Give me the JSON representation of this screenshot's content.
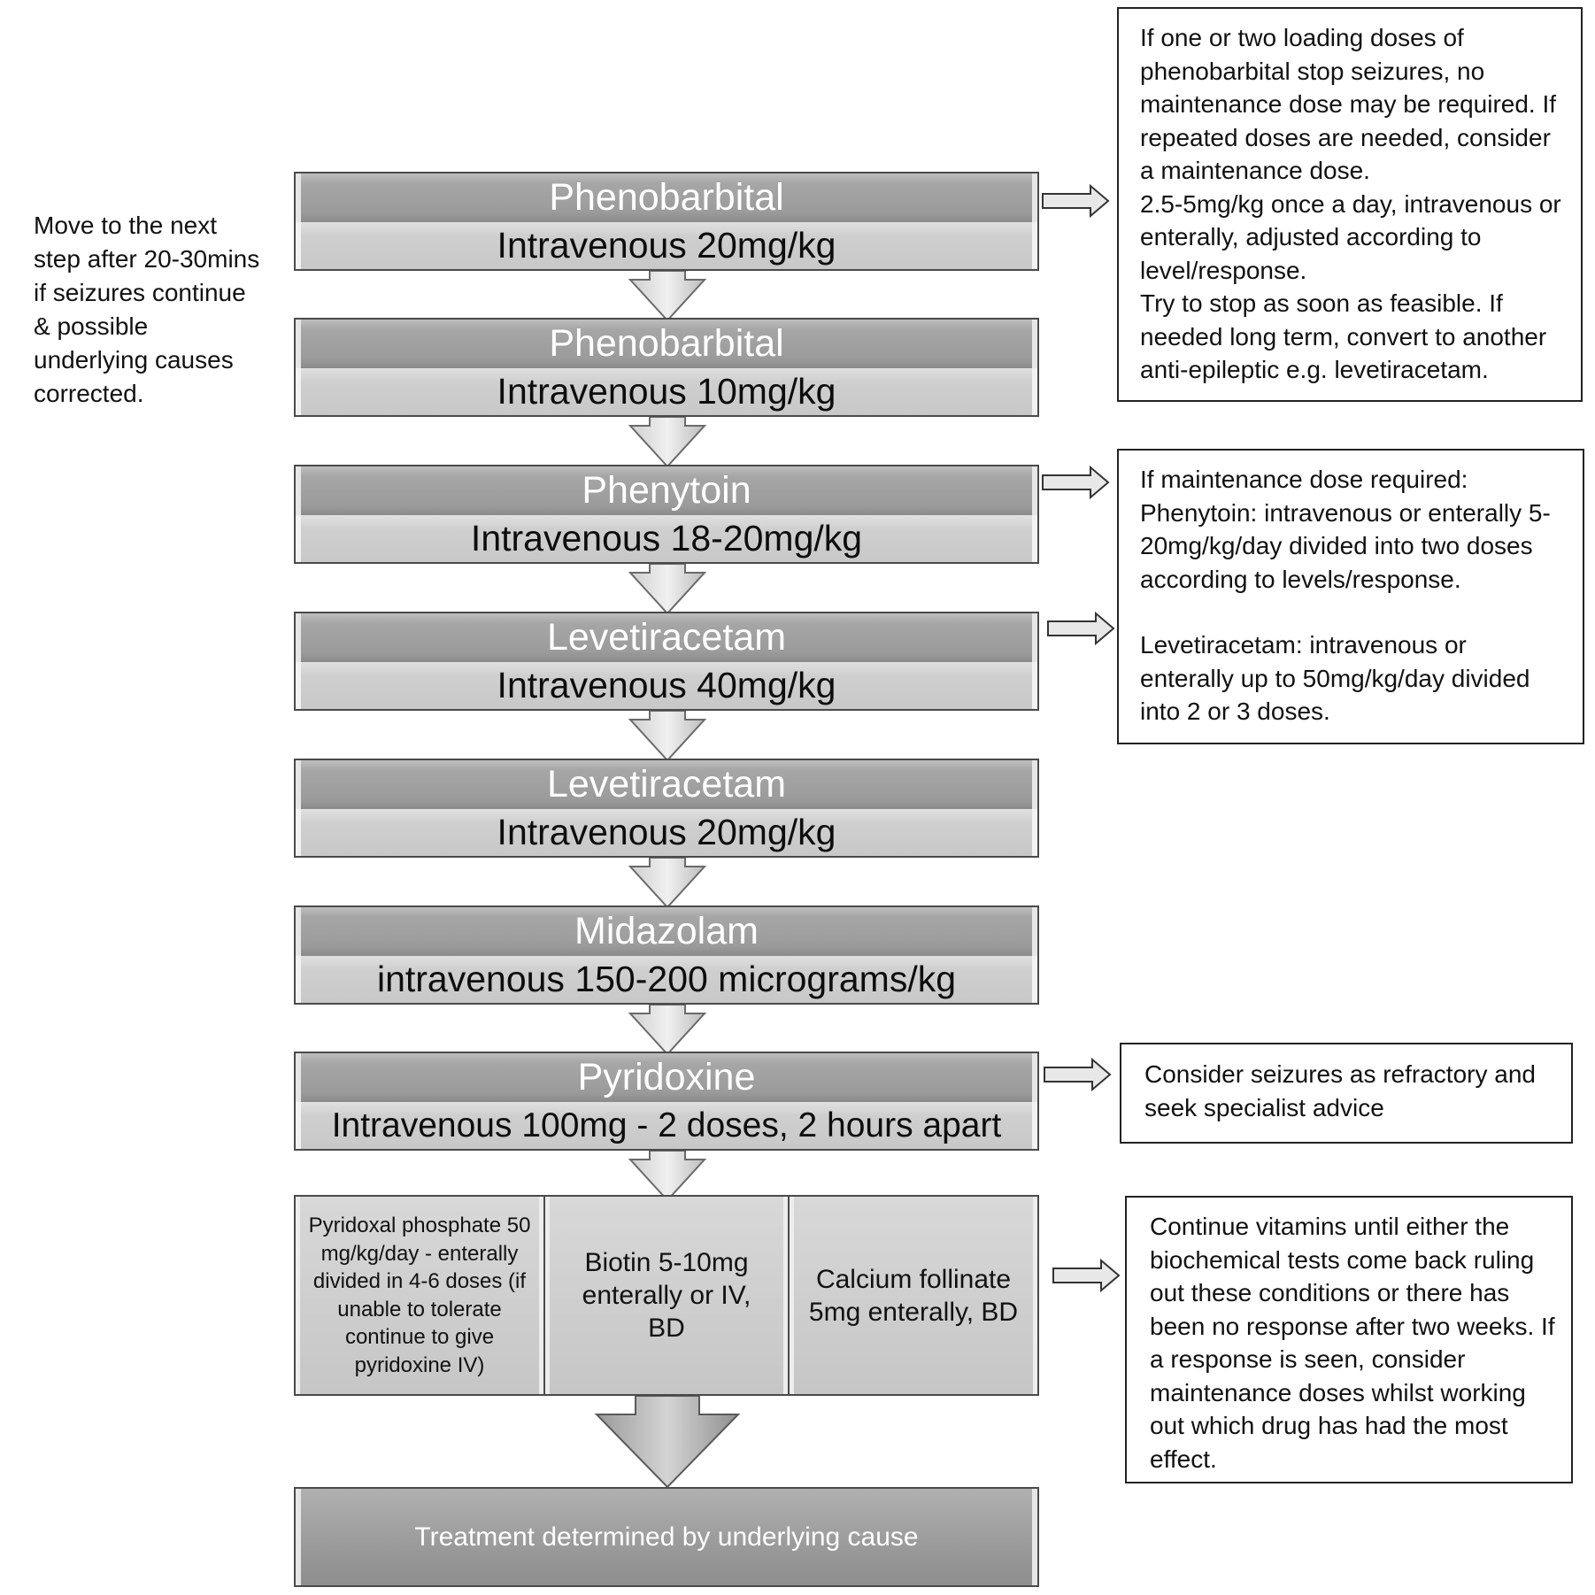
{
  "side_note": "Move to the next step after 20-30mins if seizures continue & possible underlying causes corrected.",
  "steps": [
    {
      "drug": "Phenobarbital",
      "dose": "Intravenous 20mg/kg"
    },
    {
      "drug": "Phenobarbital",
      "dose": "Intravenous 10mg/kg"
    },
    {
      "drug": "Phenytoin",
      "dose": "Intravenous 18-20mg/kg"
    },
    {
      "drug": "Levetiracetam",
      "dose": "Intravenous 40mg/kg"
    },
    {
      "drug": "Levetiracetam",
      "dose": "Intravenous 20mg/kg"
    },
    {
      "drug": "Midazolam",
      "dose": "intravenous 150-200 micrograms/kg"
    },
    {
      "drug": "Pyridoxine",
      "dose": "Intravenous 100mg - 2 doses, 2 hours apart"
    }
  ],
  "vitamins": [
    {
      "text": "Pyridoxal phosphate 50 mg/kg/day - enterally divided in 4-6 doses (if unable to tolerate continue to give pyridoxine IV)"
    },
    {
      "text": "Biotin 5-10mg enterally or IV, BD"
    },
    {
      "text": "Calcium follinate 5mg enterally, BD"
    }
  ],
  "final_step": "Treatment determined by underlying cause",
  "notes": {
    "phenobarbital": [
      "If one or two loading doses of phenobarbital stop seizures, no maintenance dose may be required. If repeated doses are needed, consider a maintenance dose.",
      "2.5-5mg/kg once a day, intravenous or enterally, adjusted according to level/response.",
      "Try to stop as soon as feasible. If needed long term, convert to another anti-epileptic e.g. levetiracetam."
    ],
    "maintenance": [
      "If maintenance dose required: Phenytoin: intravenous or enterally 5-20mg/kg/day divided into two doses according to levels/response.",
      "Levetiracetam: intravenous or enterally up to 50mg/kg/day divided into 2 or 3 doses."
    ],
    "refractory": "Consider seizures as refractory and seek specialist advice",
    "vitamins": "Continue vitamins until either the biochemical tests come back ruling out these conditions or there has been no response after two weeks. If a response is seen, consider maintenance doses whilst working out which drug has had the most effect."
  }
}
